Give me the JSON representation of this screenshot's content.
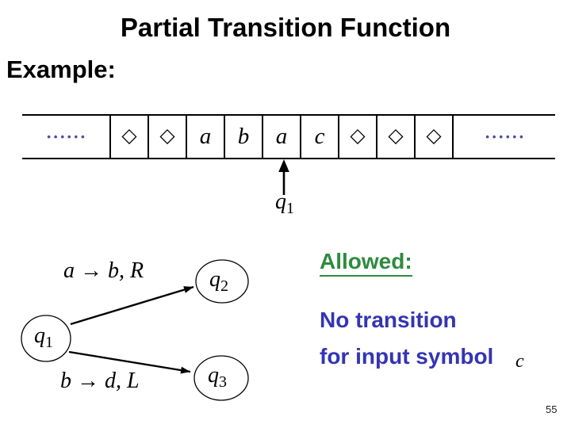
{
  "slide": {
    "title": "Partial Transition Function",
    "example_label": "Example:",
    "page_number": "55"
  },
  "tape": {
    "cells": [
      {
        "type": "dots",
        "symbol": "••••••"
      },
      {
        "type": "diamond",
        "symbol": "◇"
      },
      {
        "type": "diamond",
        "symbol": "◇"
      },
      {
        "type": "letter",
        "symbol": "a"
      },
      {
        "type": "letter",
        "symbol": "b"
      },
      {
        "type": "letter",
        "symbol": "a"
      },
      {
        "type": "letter",
        "symbol": "c"
      },
      {
        "type": "diamond",
        "symbol": "◇"
      },
      {
        "type": "diamond",
        "symbol": "◇"
      },
      {
        "type": "diamond",
        "symbol": "◇"
      },
      {
        "type": "dots",
        "symbol": "••••••"
      }
    ],
    "head": {
      "state": "q",
      "sub": "1",
      "reading_symbol": "a"
    }
  },
  "diagram": {
    "states": [
      {
        "letter": "q",
        "sub": "1"
      },
      {
        "letter": "q",
        "sub": "2"
      },
      {
        "letter": "q",
        "sub": "3"
      }
    ],
    "transitions": [
      {
        "from": "q1",
        "to": "q2",
        "label": "a → b, R"
      },
      {
        "from": "q1",
        "to": "q3",
        "label": "b → d, L"
      }
    ]
  },
  "note": {
    "heading": "Allowed:",
    "line1": "No transition",
    "line2": "for input symbol",
    "symbol": "c"
  },
  "colors": {
    "text": "#000000",
    "allowed_green": "#2e8b3d",
    "note_blue": "#3434b4",
    "tape_dots_blue": "#4c4c9c"
  }
}
